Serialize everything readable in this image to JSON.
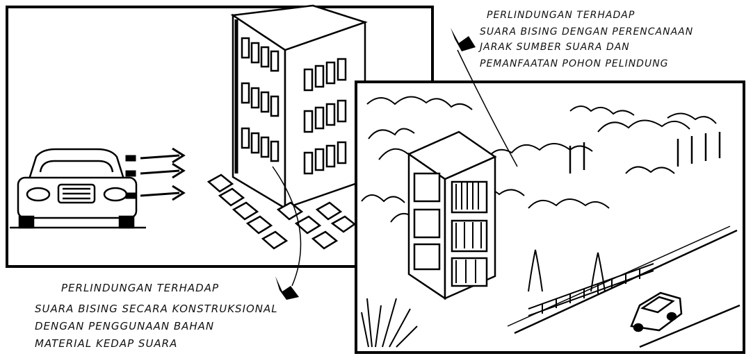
{
  "caption_top_right": {
    "lines": [
      "PERLINDUNGAN TERHADAP",
      "SUARA BISING DENGAN PERENCANAAN",
      "JARAK SUMBER SUARA DAN",
      "PEMANFAATAN POHON PELINDUNG"
    ]
  },
  "caption_bottom_left": {
    "lines": [
      "PERLINDUNGAN TERHADAP",
      "SUARA BISING SECARA KONSTRUKSIONAL",
      "DENGAN PENGGUNAAN BAHAN",
      "MATERIAL KEDAP SUARA"
    ]
  }
}
